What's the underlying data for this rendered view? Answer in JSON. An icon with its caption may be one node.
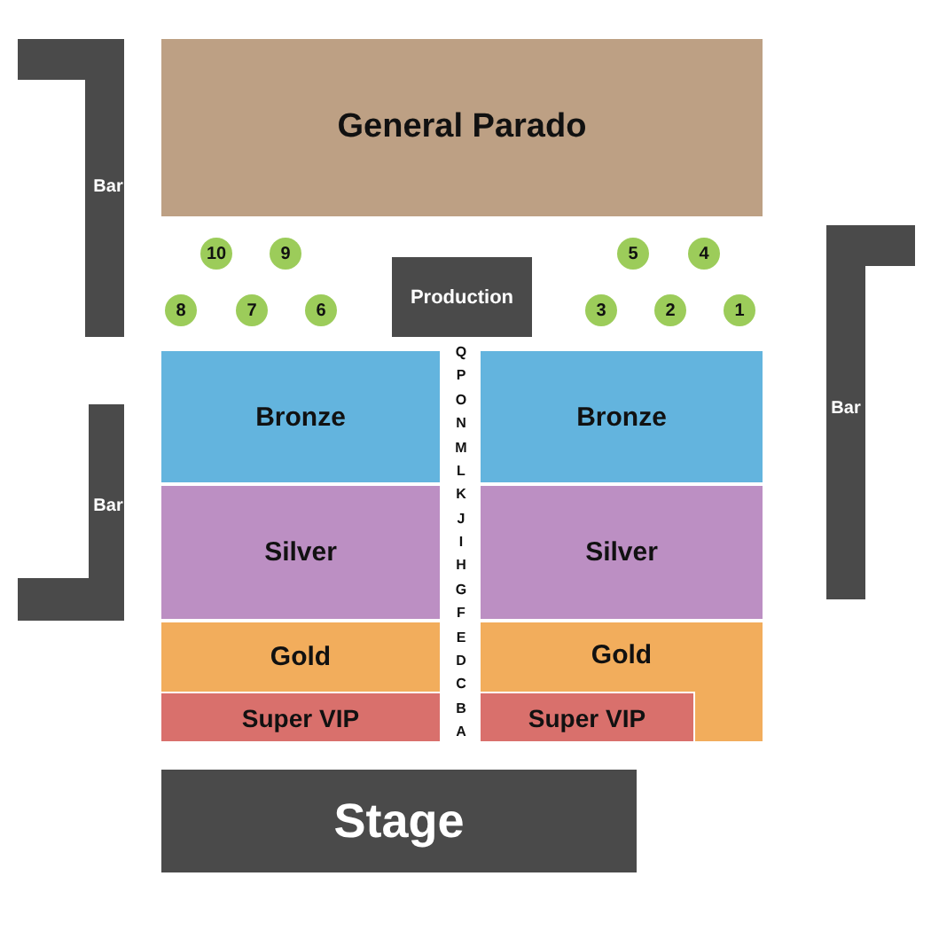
{
  "diagram": {
    "nodes": [
      {
        "text": [
          "Bar"
        ]
      },
      {
        "text": [
          "General Parado"
        ]
      },
      {
        "text": [
          "Bar"
        ]
      },
      {
        "text": [
          "10"
        ]
      },
      {
        "text": [
          "9"
        ]
      },
      {
        "text": [
          "5"
        ]
      },
      {
        "text": [
          "4"
        ]
      },
      {
        "text": [
          "Production"
        ]
      },
      {
        "text": [
          "8"
        ]
      },
      {
        "text": [
          "7"
        ]
      },
      {
        "text": [
          "6"
        ]
      },
      {
        "text": [
          "3"
        ]
      },
      {
        "text": [
          "2"
        ]
      },
      {
        "text": [
          "1"
        ]
      },
      {
        "text": [
          "Bronze"
        ]
      },
      {
        "text": [
          "Bronze"
        ]
      },
      {
        "text": [
          "Bar"
        ]
      },
      {
        "text": [
          "Silver"
        ]
      },
      {
        "text": [
          "Silver"
        ]
      },
      {
        "text": [
          "Gold"
        ]
      },
      {
        "text": [
          "Gold"
        ]
      },
      {
        "text": [
          "Super VIP"
        ]
      },
      {
        "text": [
          "Super VIP"
        ]
      },
      {
        "text": [
          "Stage"
        ]
      }
    ],
    "labels": [
      "Q",
      "P",
      "O",
      "N",
      "M",
      "L",
      "K",
      "J",
      "I",
      "H",
      "G",
      "F",
      "E",
      "D",
      "C",
      "B",
      "A"
    ]
  }
}
